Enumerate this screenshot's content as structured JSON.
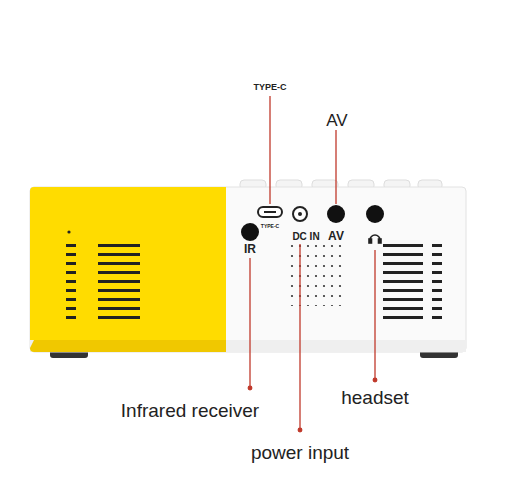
{
  "diagram": {
    "labels": [
      "TYPE-C",
      "AV",
      "TYPE-C",
      "DC IN",
      "AV",
      "IR",
      "headset",
      "Infrared receiver",
      "power input"
    ]
  }
}
